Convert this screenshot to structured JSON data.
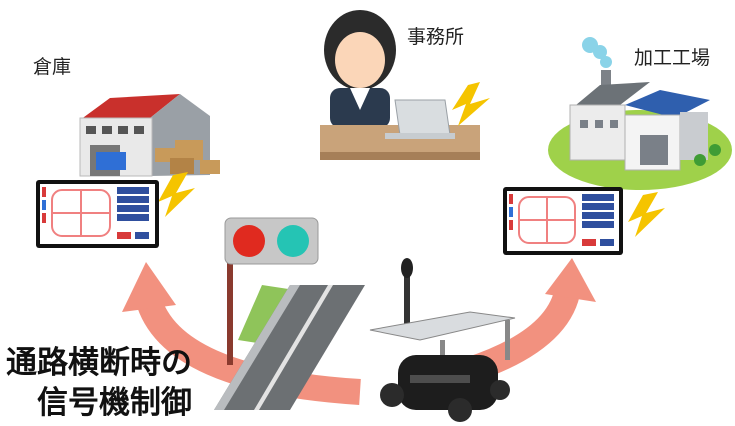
{
  "labels": {
    "warehouse": "倉庫",
    "office": "事務所",
    "factory": "加工工場"
  },
  "caption": {
    "line1": "通路横断時の",
    "line2": "信号機制御"
  },
  "colors": {
    "arrow": "#f2917f",
    "signal_red": "#e02a1f",
    "signal_teal": "#25c4b4",
    "roof_red": "#c9302c",
    "roof_blue": "#2f5fae",
    "lightning": "#f5c400",
    "grass": "#9fd14a",
    "road": "#6c7073"
  },
  "icons": [
    "warehouse-illustration",
    "office-worker-illustration",
    "factory-illustration",
    "traffic-light-icon",
    "road-illustration",
    "robot-cart-illustration",
    "lightning-icon",
    "tablet-monitor-icon",
    "curved-arrow-icon"
  ]
}
